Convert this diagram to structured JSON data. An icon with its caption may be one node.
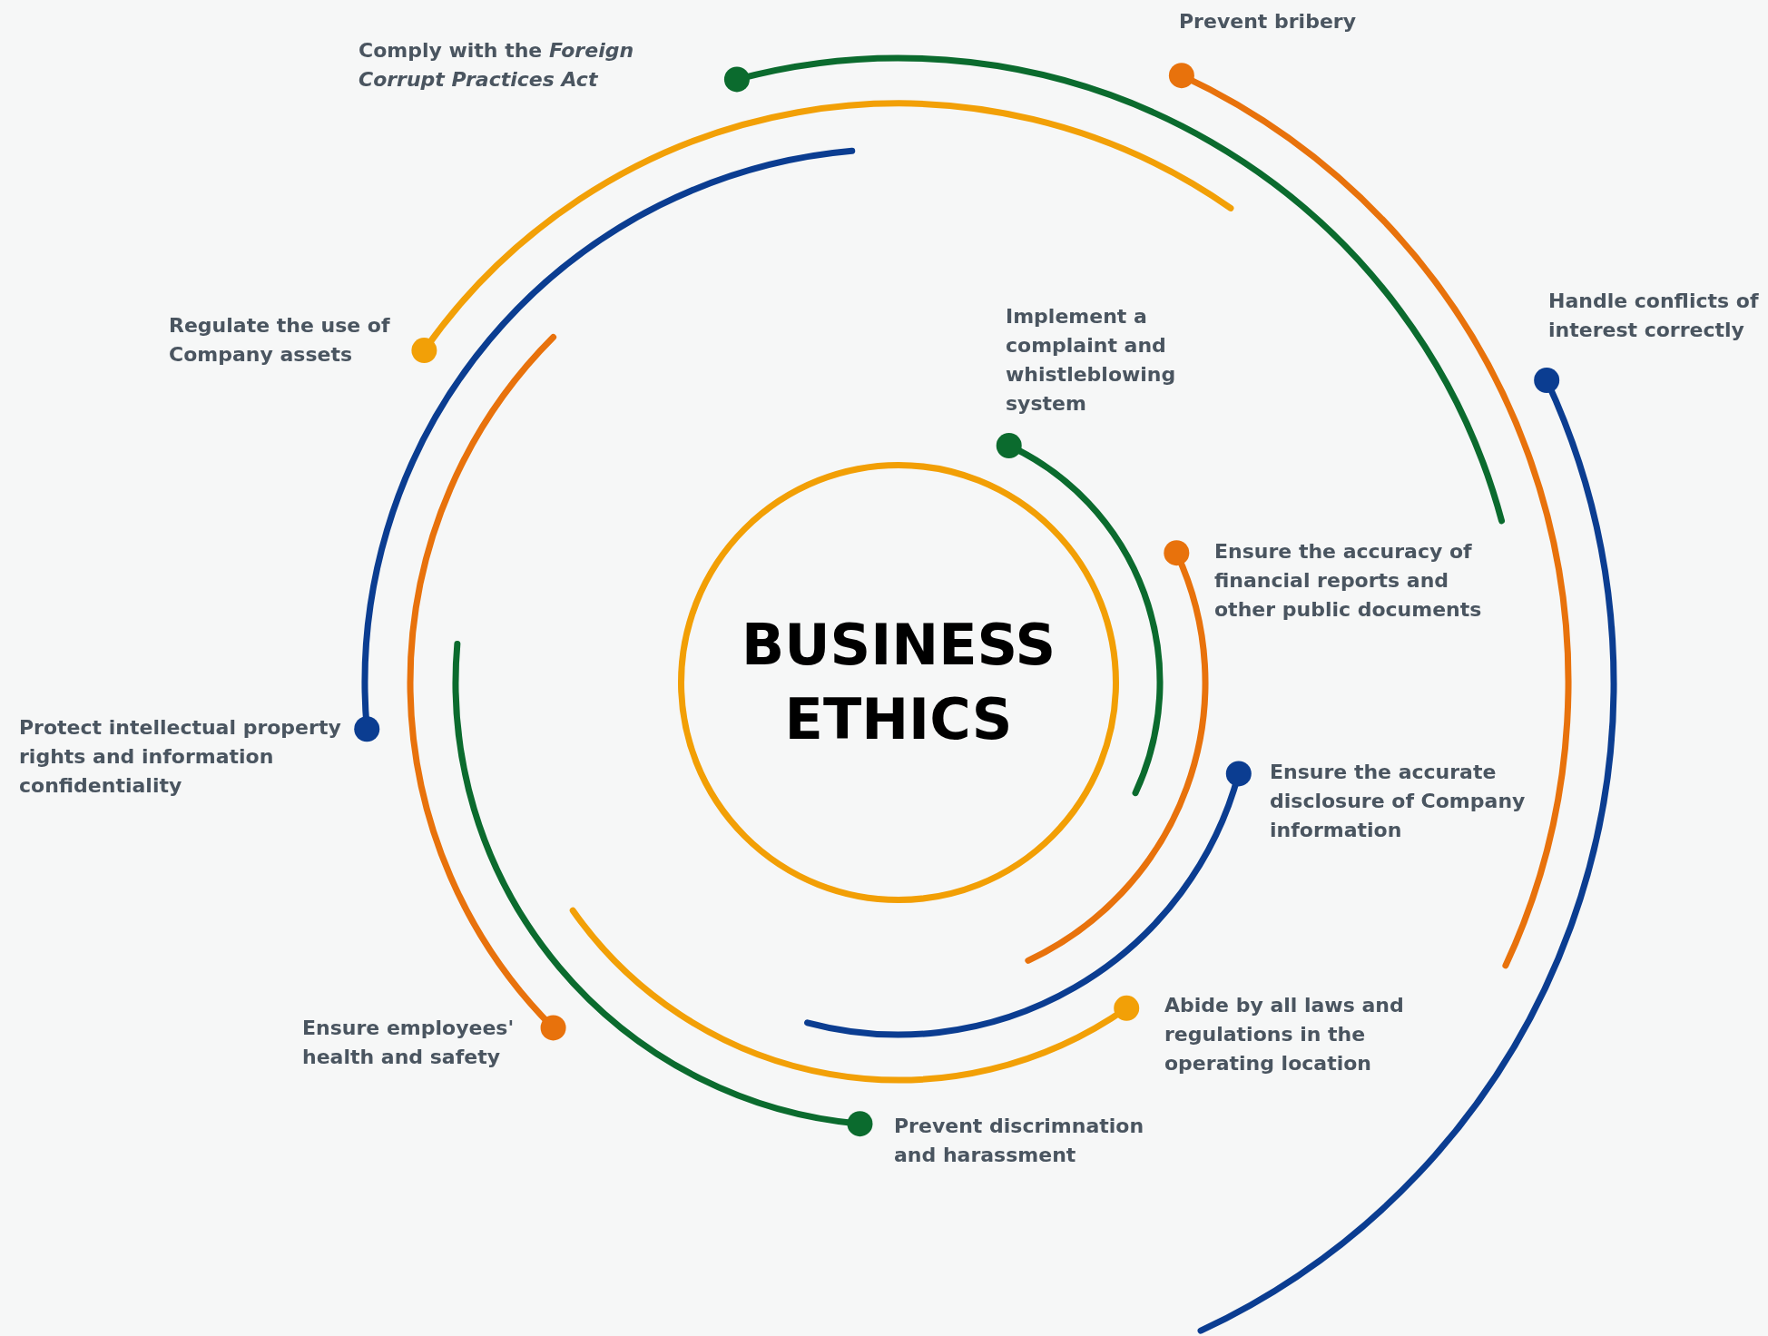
{
  "diagram": {
    "nodes": [
      {
        "text": [
          "BUSINESS ETHICS"
        ]
      }
    ],
    "labels": [
      "Prevent bribery",
      "Comply with the *Foreign Corrupt Practices Act*",
      "Handle conflicts of interest correctly",
      "Implement a complaint and whistleblowing system",
      "Regulate the use of Company assets",
      "Ensure the accuracy of financial reports and other public documents",
      "Protect intellectual property rights and information confidentiality",
      "Ensure the accurate disclosure of Company information",
      "Abide by all laws and regulations in the operating location",
      "Ensure employees' health and safety",
      "Prevent discrimnation and harassment"
    ]
  }
}
